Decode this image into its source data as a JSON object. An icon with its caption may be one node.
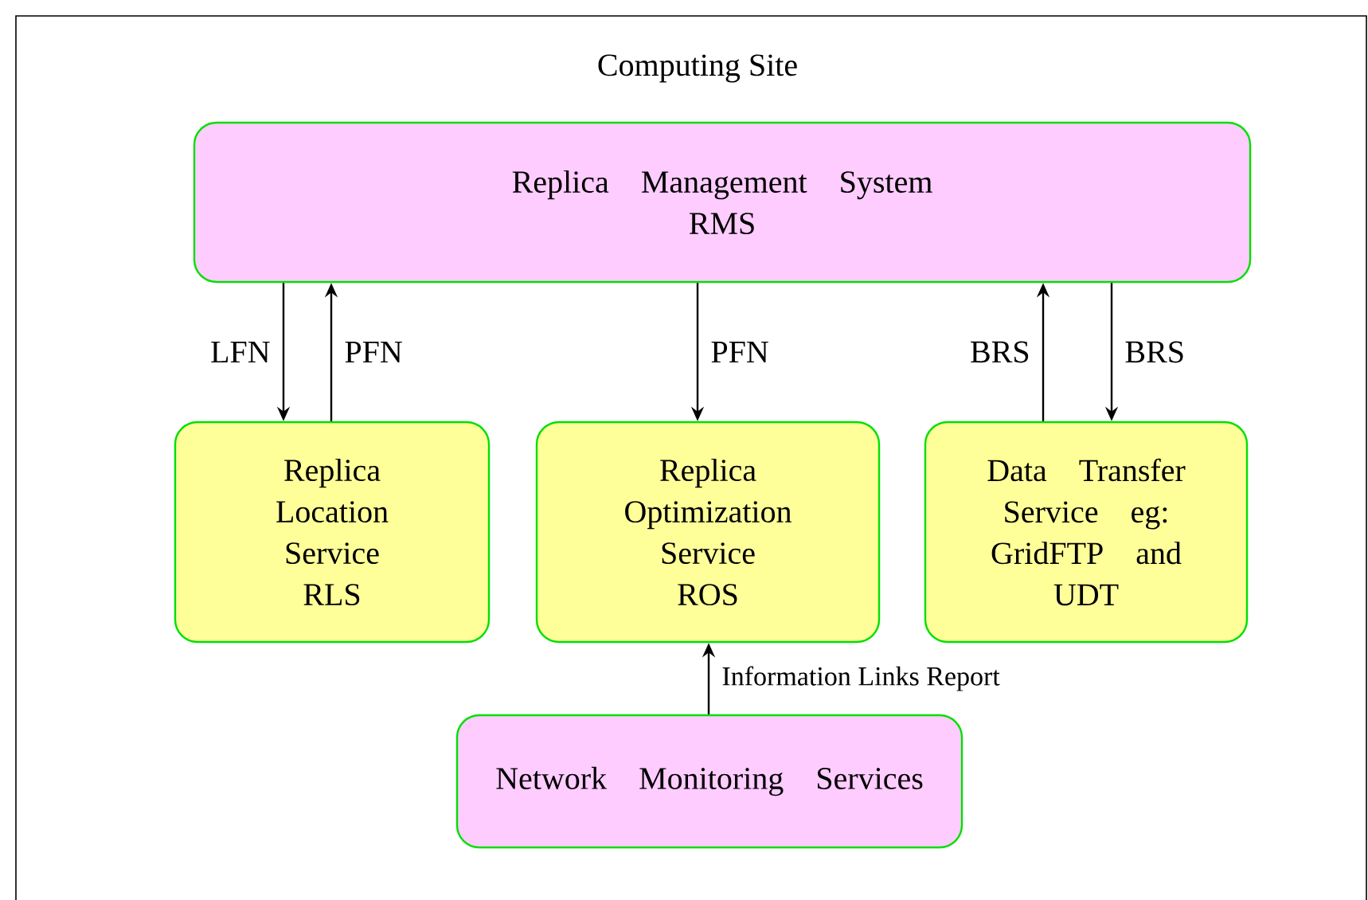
{
  "diagram": {
    "nodes": [
      {
        "text": [
          "Computing Site"
        ]
      },
      {
        "text": [
          "Replica Management System RMS"
        ],
        "in": 0
      },
      {
        "text": [
          "Replica Location Service RLS"
        ],
        "in": 0
      },
      {
        "text": [
          "Replica Optimization Service ROS"
        ],
        "in": 0
      },
      {
        "text": [
          "Data Transfer Service eg: GridFTP and UDT"
        ],
        "in": 0
      },
      {
        "text": [
          "Network Monitoring Services"
        ],
        "in": 0
      }
    ],
    "edges": [
      {
        "from": 1,
        "to": 2,
        "arrow": "to",
        "label": "LFN"
      },
      {
        "from": 2,
        "to": 1,
        "arrow": "to",
        "label": "PFN"
      },
      {
        "from": 1,
        "to": 3,
        "arrow": "to",
        "label": "PFN"
      },
      {
        "from": 4,
        "to": 1,
        "arrow": "to",
        "label": "BRS"
      },
      {
        "from": 1,
        "to": 4,
        "arrow": "to",
        "label": "BRS"
      },
      {
        "from": 5,
        "to": 3,
        "arrow": "to",
        "label": "Information Links Report"
      }
    ]
  }
}
